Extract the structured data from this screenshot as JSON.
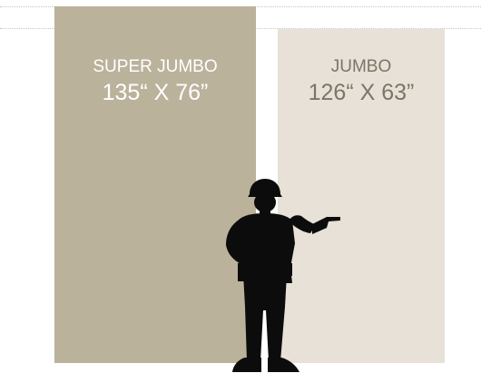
{
  "slabs": [
    {
      "name": "SUPER JUMBO",
      "dimensions": "135“ X 76”",
      "color": "#bbb29c"
    },
    {
      "name": "JUMBO",
      "dimensions": "126“ X 63”",
      "color": "#e7e1d7"
    }
  ],
  "figure": {
    "icon": "person-pointing-silhouette-icon",
    "color": "#0c0c0c"
  }
}
